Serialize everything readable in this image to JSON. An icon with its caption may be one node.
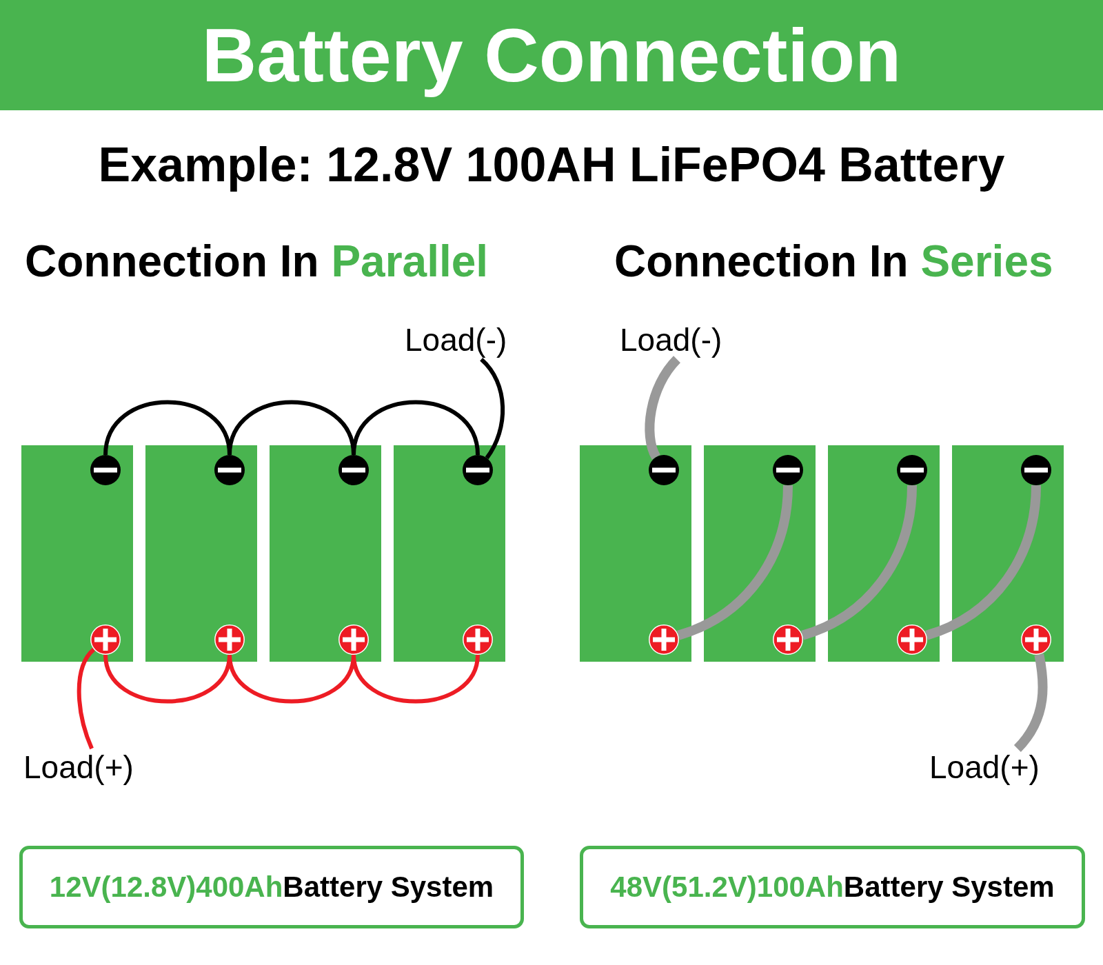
{
  "diagram": {
    "title": "Battery Connection",
    "nodes": [
      {
        "text": [
          "Load(-)"
        ]
      },
      {
        "text": [],
        "shape": "box"
      },
      {
        "text": [],
        "shape": "circle",
        "in": 1
      },
      {
        "text": [],
        "shape": "circle",
        "in": 1
      },
      {
        "text": [],
        "shape": "box"
      },
      {
        "text": [],
        "shape": "circle",
        "in": 4
      },
      {
        "text": [],
        "shape": "circle",
        "in": 4
      },
      {
        "text": [],
        "shape": "box"
      },
      {
        "text": [],
        "shape": "circle",
        "in": 7
      },
      {
        "text": [],
        "shape": "circle",
        "in": 7
      },
      {
        "text": [],
        "shape": "box"
      },
      {
        "text": [],
        "shape": "circle",
        "in": 10
      },
      {
        "text": [],
        "shape": "circle",
        "in": 10
      },
      {
        "text": [
          "Load(+)"
        ]
      },
      {
        "text": [
          "12V(12.8V)400Ah",
          "Battery System"
        ]
      },
      {
        "text": [
          "Load(-)"
        ]
      },
      {
        "text": [],
        "shape": "box"
      },
      {
        "text": [],
        "shape": "circle",
        "in": 16
      },
      {
        "text": [],
        "shape": "circle",
        "in": 16
      },
      {
        "text": [],
        "shape": "box"
      },
      {
        "text": [],
        "shape": "circle",
        "in": 19
      },
      {
        "text": [],
        "shape": "circle",
        "in": 19
      },
      {
        "text": [],
        "shape": "box"
      },
      {
        "text": [],
        "shape": "circle",
        "in": 22
      },
      {
        "text": [],
        "shape": "circle",
        "in": 22
      },
      {
        "text": [],
        "shape": "box"
      },
      {
        "text": [],
        "shape": "circle",
        "in": 25
      },
      {
        "text": [],
        "shape": "circle",
        "in": 25
      },
      {
        "text": [
          "Load(+)"
        ]
      },
      {
        "text": [
          "48V(51.2V)100Ah",
          "Battery System"
        ]
      }
    ],
    "edges": [
      {
        "from": 0,
        "to": 11,
        "arrow": "none",
        "color": "#000000"
      },
      {
        "from": 2,
        "to": 5,
        "arrow": "none",
        "color": "#000000"
      },
      {
        "from": 5,
        "to": 8,
        "arrow": "none",
        "color": "#000000"
      },
      {
        "from": 8,
        "to": 11,
        "arrow": "none",
        "color": "#000000"
      },
      {
        "from": 13,
        "to": 3,
        "arrow": "none",
        "color": "#ed1c24"
      },
      {
        "from": 3,
        "to": 6,
        "arrow": "none",
        "color": "#ed1c24"
      },
      {
        "from": 6,
        "to": 9,
        "arrow": "none",
        "color": "#ed1c24"
      },
      {
        "from": 9,
        "to": 12,
        "arrow": "none",
        "color": "#ed1c24"
      },
      {
        "from": 15,
        "to": 17,
        "arrow": "none",
        "style": "thick"
      },
      {
        "from": 18,
        "to": 20,
        "arrow": "none",
        "style": "thick"
      },
      {
        "from": 21,
        "to": 23,
        "arrow": "none",
        "style": "thick"
      },
      {
        "from": 24,
        "to": 26,
        "arrow": "none",
        "style": "thick"
      },
      {
        "from": 27,
        "to": 28,
        "arrow": "none",
        "style": "thick"
      }
    ],
    "labels": [
      "Example: 12.8V 100AH LiFePO4 Battery",
      "Connection In",
      "Parallel",
      "Connection In",
      "Series"
    ]
  }
}
